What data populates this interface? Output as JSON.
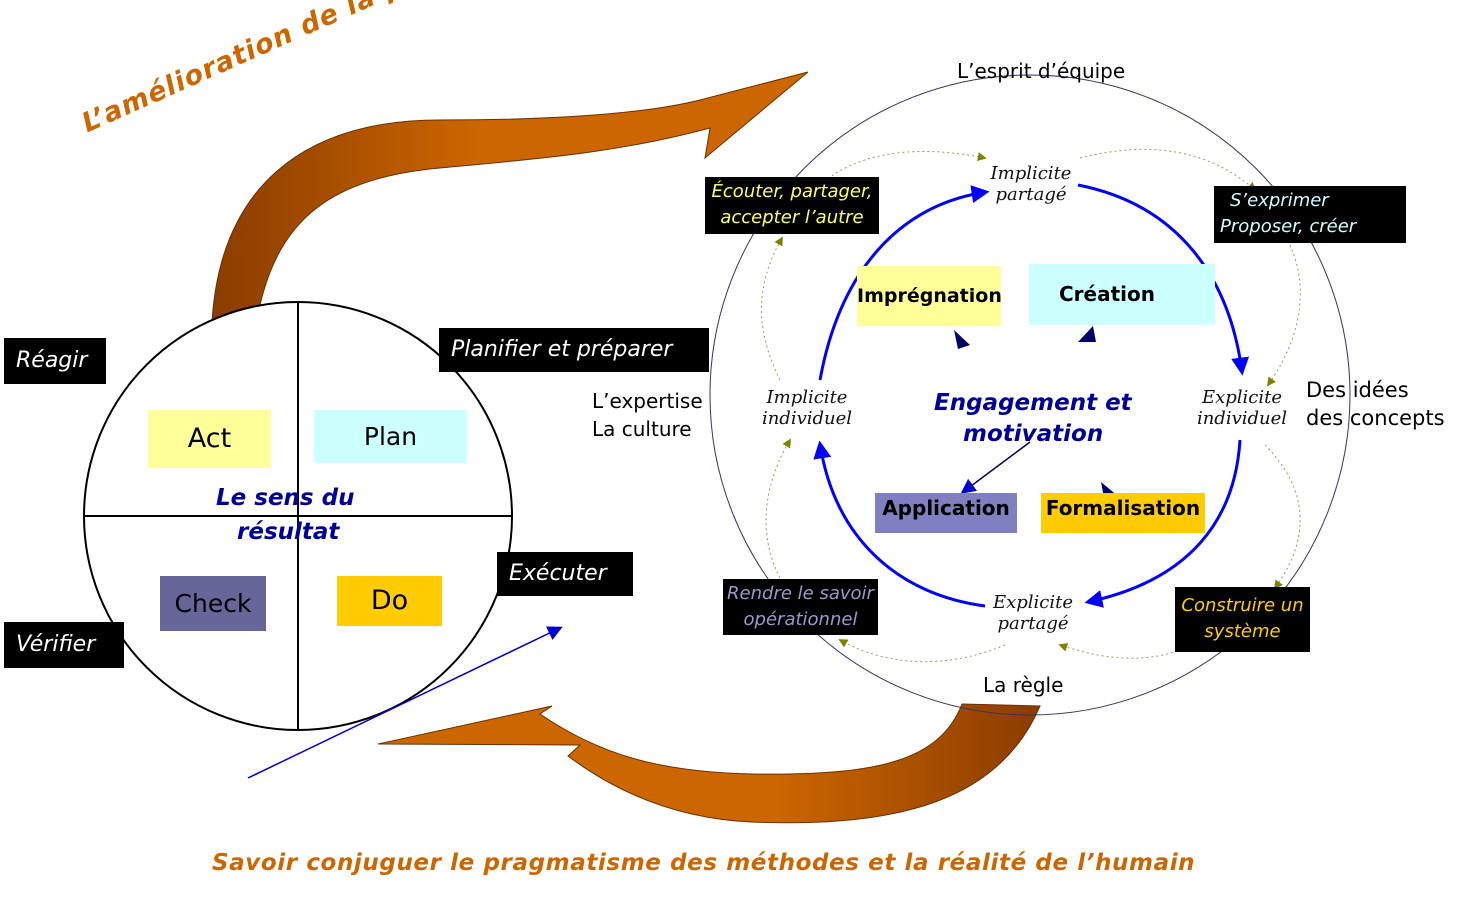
{
  "top_arrow_text": "L’amélioration de la performance",
  "bottom_caption": "Savoir conjuguer le pragmatisme des méthodes et la réalité de l’humain",
  "pdca": {
    "center_label": "Le sens du résultat",
    "center_line1": "Le sens du",
    "center_line2": "résultat",
    "quadrants": {
      "act": "Act",
      "plan": "Plan",
      "check": "Check",
      "do": "Do"
    },
    "actions": {
      "reagir": "Réagir",
      "planifier": "Planifier et préparer",
      "executer": "Exécuter",
      "verifier": "Vérifier"
    }
  },
  "knowledge_cycle": {
    "outer_labels": {
      "top": "L’esprit d’équipe",
      "bottom": "La règle",
      "left_line1": "L’expertise",
      "left_line2": "La culture",
      "right_line1": "Des idées",
      "right_line2": "des concepts"
    },
    "nodes": {
      "top_line1": "Implicite",
      "top_line2": "partagé",
      "left_line1": "Implicite",
      "left_line2": "individuel",
      "right_line1": "Explicite",
      "right_line2": "individuel",
      "bottom_line1": "Explicite",
      "bottom_line2": "partagé"
    },
    "center_line1": "Engagement et",
    "center_line2": "motivation",
    "processes": {
      "impregnation": "Imprégnation",
      "creation": "Création",
      "application": "Application",
      "formalisation": "Formalisation"
    },
    "corner_boxes": {
      "top_left_line1": "Écouter, partager,",
      "top_left_line2": "accepter l’autre",
      "top_right_line1": "S’exprimer",
      "top_right_line2": "Proposer, créer",
      "bottom_left_line1": "Rendre le savoir",
      "bottom_left_line2": "opérationnel",
      "bottom_right_line1": "Construire un",
      "bottom_right_line2": "système"
    }
  },
  "colors": {
    "orange_text": "#CC6600",
    "arrow_fill": "#CC6600",
    "navy_text": "#000099",
    "cycle_blue": "#0000FF",
    "act_fill": "#FFFF99",
    "plan_fill": "#CCFFFF",
    "check_fill": "#666699",
    "do_fill": "#FFCC00",
    "application_fill": "#8080C0",
    "olive_arrow": "#808000",
    "yellow_text": "#FFFF66",
    "cyan_text": "#CCFFFF",
    "lavender_text": "#9999CC",
    "gold_text": "#FFCC00"
  }
}
